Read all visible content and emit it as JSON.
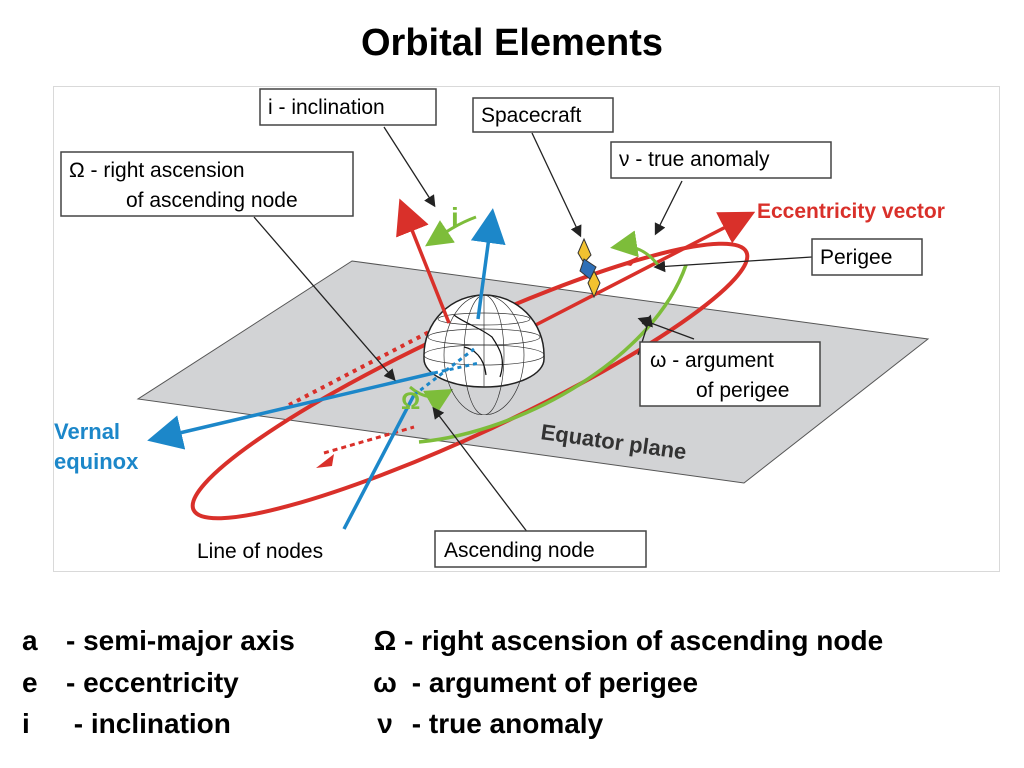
{
  "title": "Orbital Elements",
  "diagram": {
    "labels": {
      "inclination_box": "i -  inclination",
      "spacecraft_box": "Spacecraft",
      "raan_box_line1": "Ω  -  right ascension",
      "raan_box_line2": "of ascending node",
      "true_anomaly_box": "ν  -  true anomaly",
      "eccentricity_vector": "Eccentricity vector",
      "perigee_box": "Perigee",
      "arg_perigee_line1": "ω - argument",
      "arg_perigee_line2": "of perigee",
      "vernal_line1": "Vernal",
      "vernal_line2": "equinox",
      "equator_plane": "Equator plane",
      "line_of_nodes": "Line of nodes",
      "ascending_node_box": "Ascending node",
      "i_symbol": "i",
      "omega_symbol": "Ω"
    },
    "colors": {
      "red": "#d9302a",
      "blue": "#1c87c9",
      "green": "#7dbd3a",
      "plane": "#d2d3d5",
      "spacecraft_blue": "#2e6fb7",
      "spacecraft_yellow": "#f2c230"
    }
  },
  "legend": {
    "left": [
      {
        "key": "a",
        "text": "- semi-major axis"
      },
      {
        "key": "e",
        "text": "- eccentricity"
      },
      {
        "key": "i",
        "text": " - inclination"
      }
    ],
    "right": [
      {
        "key": "Ω",
        "text": "- right ascension of ascending node"
      },
      {
        "key": "ω",
        "text": " - argument of perigee"
      },
      {
        "key": "ν",
        "text": " - true anomaly"
      }
    ]
  }
}
